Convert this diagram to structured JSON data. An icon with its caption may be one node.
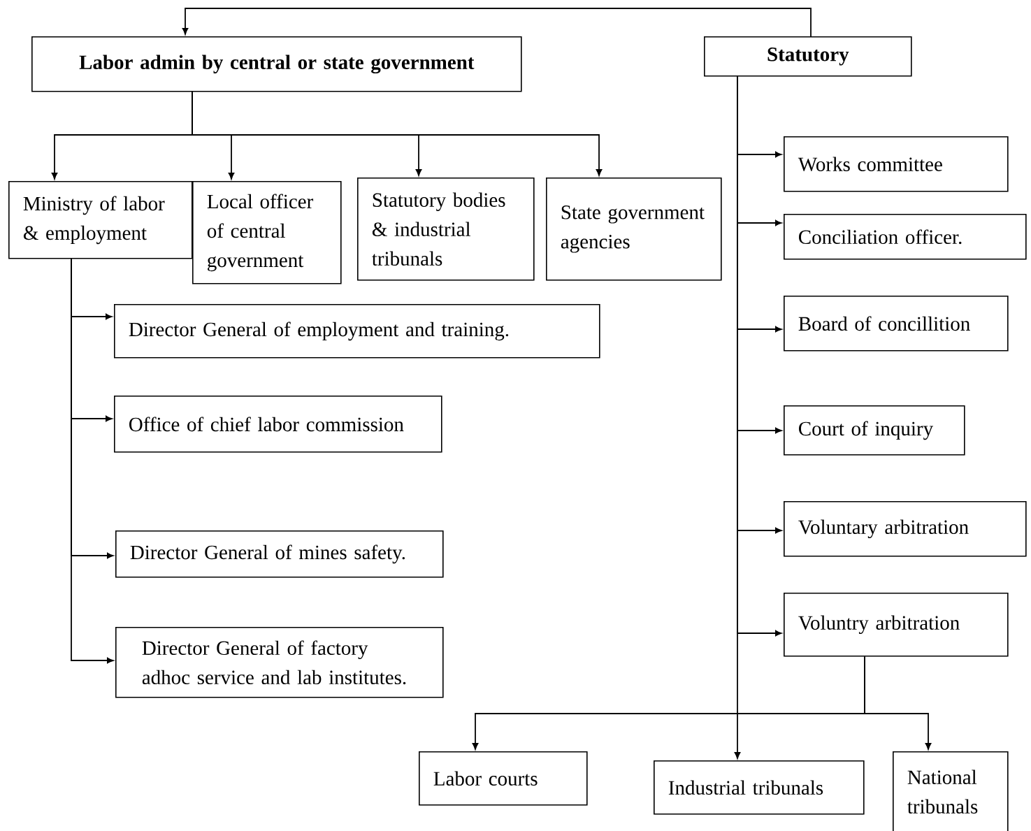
{
  "diagram": {
    "nodes": [
      {
        "text": [
          "Labor admin by central or state government"
        ]
      },
      {
        "text": [
          "Statutory"
        ]
      },
      {
        "text": [
          "Ministry of labor & employment"
        ]
      },
      {
        "text": [
          "Local officer of central government"
        ]
      },
      {
        "text": [
          "Statutory bodies & industrial tribunals"
        ]
      },
      {
        "text": [
          "State government agencies"
        ]
      },
      {
        "text": [
          "Director General of employment and training."
        ]
      },
      {
        "text": [
          "Office of chief labor commission"
        ]
      },
      {
        "text": [
          "Director General of mines safety."
        ]
      },
      {
        "text": [
          "Director General of factory adhoc service and lab institutes."
        ]
      },
      {
        "text": [
          "Works committee"
        ]
      },
      {
        "text": [
          "Conciliation officer."
        ]
      },
      {
        "text": [
          "Board of concillition"
        ]
      },
      {
        "text": [
          "Court of inquiry"
        ]
      },
      {
        "text": [
          "Voluntary arbitration"
        ]
      },
      {
        "text": [
          "Voluntry arbitration"
        ]
      },
      {
        "text": [
          "Labor courts"
        ]
      },
      {
        "text": [
          "Industrial tribunals"
        ]
      },
      {
        "text": [
          "National tribunals"
        ]
      }
    ],
    "edges": [
      {
        "from": 1,
        "to": 0,
        "arrow": "to"
      },
      {
        "from": 0,
        "to": 2,
        "arrow": "to"
      },
      {
        "from": 0,
        "to": 3,
        "arrow": "to"
      },
      {
        "from": 0,
        "to": 4,
        "arrow": "to"
      },
      {
        "from": 0,
        "to": 5,
        "arrow": "to"
      },
      {
        "from": 2,
        "to": 6,
        "arrow": "to"
      },
      {
        "from": 2,
        "to": 7,
        "arrow": "to"
      },
      {
        "from": 2,
        "to": 8,
        "arrow": "to"
      },
      {
        "from": 2,
        "to": 9,
        "arrow": "to"
      },
      {
        "from": 1,
        "to": 10,
        "arrow": "to"
      },
      {
        "from": 1,
        "to": 11,
        "arrow": "to"
      },
      {
        "from": 1,
        "to": 12,
        "arrow": "to"
      },
      {
        "from": 1,
        "to": 13,
        "arrow": "to"
      },
      {
        "from": 1,
        "to": 14,
        "arrow": "to"
      },
      {
        "from": 1,
        "to": 15,
        "arrow": "to"
      },
      {
        "from": 1,
        "to": 17,
        "arrow": "to"
      },
      {
        "from": 15,
        "to": 16,
        "arrow": "to"
      },
      {
        "from": 15,
        "to": 18,
        "arrow": "to"
      }
    ]
  }
}
